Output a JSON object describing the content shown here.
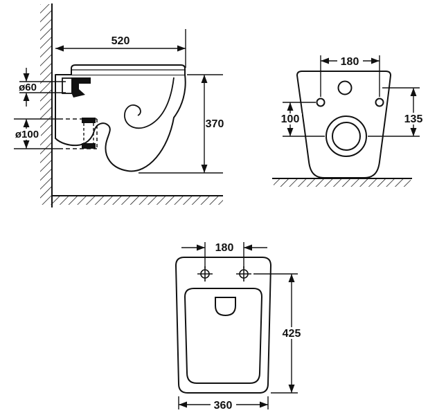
{
  "page": {
    "background_color": "#ffffff",
    "line_color": "#111111"
  },
  "side_view": {
    "dim_width": "520",
    "dim_height": "370",
    "dim_inlet_diameter": "ø60",
    "dim_outlet_diameter": "ø100"
  },
  "rear_view": {
    "dim_hole_spacing": "180",
    "dim_top_hole_to_drain": "135",
    "dim_holes_to_drain": "100"
  },
  "top_view": {
    "dim_hinge_spacing": "180",
    "dim_depth": "425",
    "dim_width": "360"
  }
}
